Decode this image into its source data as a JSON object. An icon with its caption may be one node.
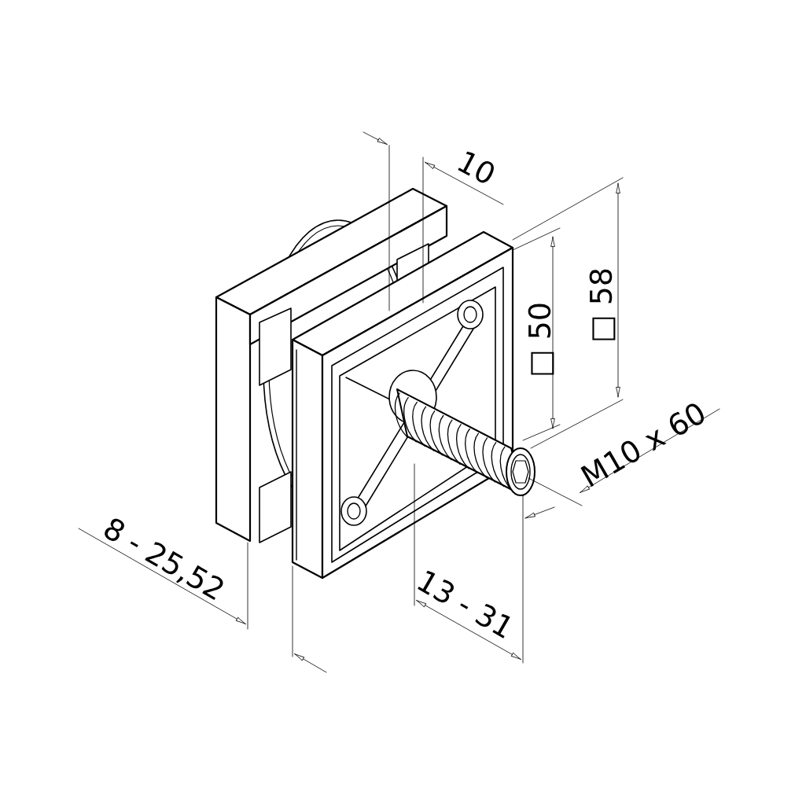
{
  "diagram": {
    "labels": [
      "10",
      "□ 50",
      "□ 58",
      "M10 x 60",
      "8 - 25,52",
      "13 - 31"
    ]
  }
}
